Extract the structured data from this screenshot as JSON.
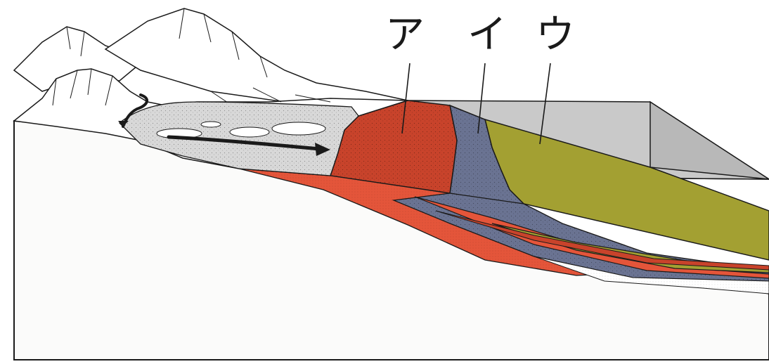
{
  "labels": {
    "a": "ア",
    "i": "イ",
    "u": "ウ"
  },
  "colors": {
    "zone_a": "#c8432b",
    "zone_a_light": "#e4553a",
    "zone_i": "#6a7392",
    "zone_u": "#a3a032",
    "sea_water": "#c9c9c9",
    "sea_side": "#b8b8b8",
    "river_sediment": "#d8d8d8",
    "ink": "#1a1a1a"
  }
}
